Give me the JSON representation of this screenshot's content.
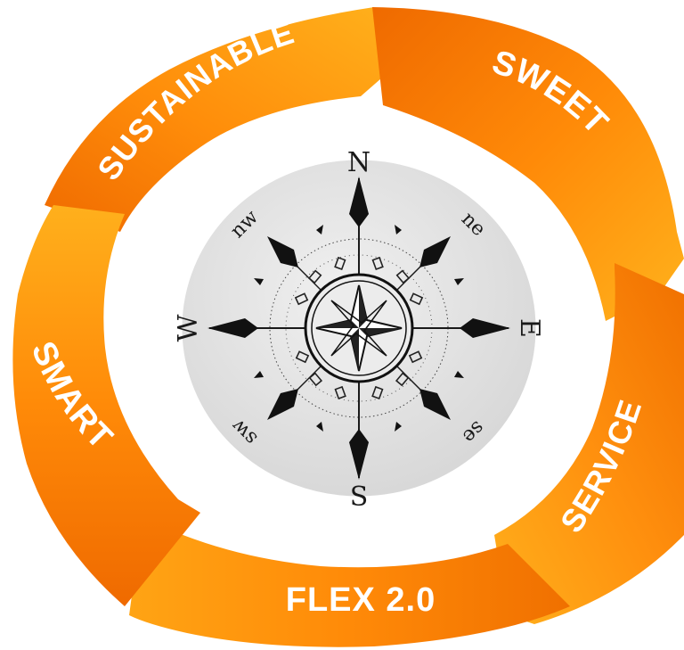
{
  "segments": [
    {
      "key": "sustainable",
      "label": "SUSTAINABLE"
    },
    {
      "key": "sweet",
      "label": "SWEET"
    },
    {
      "key": "service",
      "label": "SERVICE"
    },
    {
      "key": "flex",
      "label": "FLEX 2.0"
    },
    {
      "key": "smart",
      "label": "SMART"
    }
  ],
  "compass": {
    "north": "N",
    "east": "E",
    "south": "S",
    "west": "W",
    "northeast": "ne",
    "northwest": "nw",
    "southeast": "se",
    "southwest": "sw"
  },
  "colors": {
    "arrow_light": "#ffb21c",
    "arrow_dark": "#ef6a00",
    "compass_face": "#e2e2e2",
    "compass_ink": "#1a1a1a"
  }
}
